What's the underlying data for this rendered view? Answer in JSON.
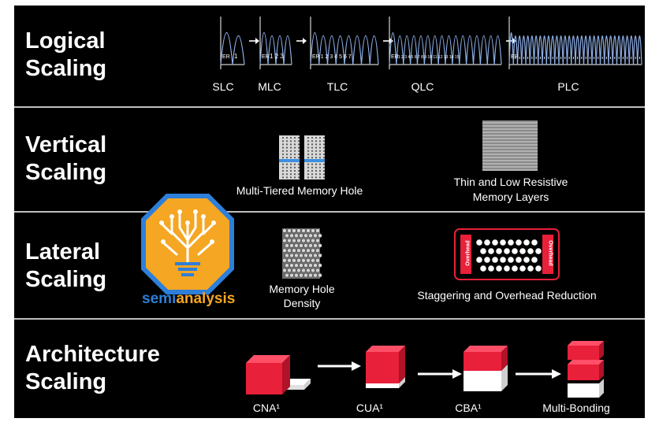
{
  "rows": [
    {
      "title": "Logical Scaling"
    },
    {
      "title": "Vertical Scaling"
    },
    {
      "title": "Lateral Scaling"
    },
    {
      "title": "Architecture Scaling"
    }
  ],
  "logical": {
    "cells": [
      {
        "name": "SLC",
        "er": "ER",
        "states": "1"
      },
      {
        "name": "MLC",
        "er": "ER",
        "states": "1 2 3"
      },
      {
        "name": "TLC",
        "er": "ER",
        "states": "1 2 3 4 5 6 7"
      },
      {
        "name": "QLC",
        "er": "ER",
        "states": "1 2 3 4 5 6 7 8 9 10 11 12 13 14 15"
      },
      {
        "name": "PLC",
        "er": "ER",
        "states": ""
      }
    ]
  },
  "vertical": {
    "item1": "Multi-Tiered Memory Hole",
    "item2_line1": "Thin and Low Resistive",
    "item2_line2": "Memory Layers"
  },
  "lateral": {
    "item1_line1": "Memory Hole",
    "item1_line2": "Density",
    "item2": "Staggering and Overhead Reduction",
    "overhead": "Overhead"
  },
  "logo": {
    "text_semi": "semi",
    "text_analysis": "analysis"
  },
  "architecture": {
    "items": [
      "CNA¹",
      "CUA¹",
      "CBA¹",
      "Multi-Bonding"
    ]
  },
  "colors": {
    "red": "#e8203a",
    "curve": "#8fb0e8",
    "logo_orange": "#f5a623",
    "logo_blue": "#2e7fd9"
  }
}
